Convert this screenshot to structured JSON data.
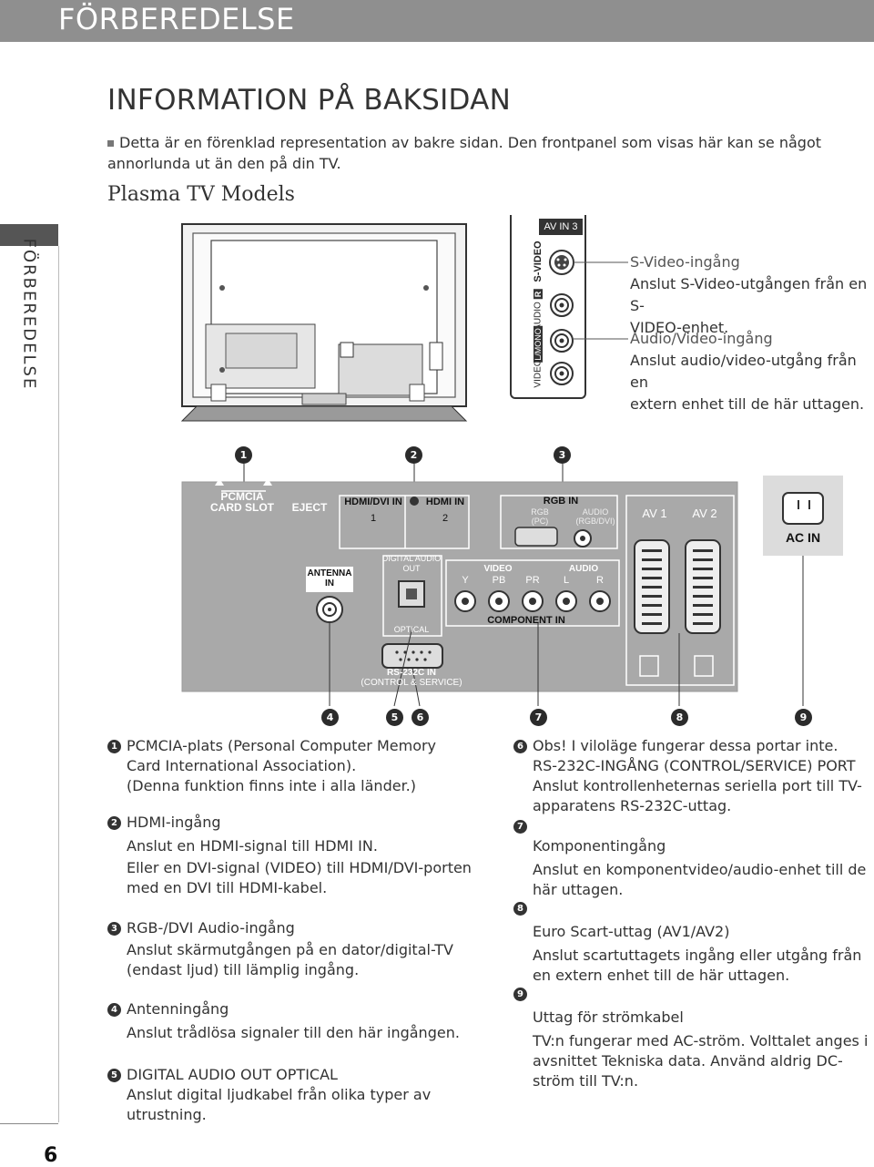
{
  "header": {
    "title": "FÖRBEREDELSE"
  },
  "side": {
    "label": "FÖRBEREDELSE"
  },
  "page_number": "6",
  "section_title": "INFORMATION PÅ BAKSIDAN",
  "intro": "Detta är en förenklad representation av bakre sidan. Den frontpanel som visas här kan se något annorlunda ut än den på din TV.",
  "subtitle": "Plasma TV Models",
  "av_panel": {
    "title": "AV IN 3",
    "svideo": "S-VIDEO",
    "audio": "AUDIO",
    "video": "VIDEO",
    "l_mono": "L/MONO",
    "r": "R"
  },
  "av_desc": {
    "svideo_head": "S-Video-ingång",
    "svideo_text1": "Anslut S-Video-utgången från en S-",
    "svideo_text2": "VIDEO-enhet.",
    "av_head": "Audio/Video-ingång",
    "av_text1": "Anslut audio/video-utgång från en",
    "av_text2": "extern enhet till de här uttagen."
  },
  "callouts": [
    "1",
    "2",
    "3",
    "4",
    "5",
    "6",
    "7",
    "8",
    "9"
  ],
  "rear_panel": {
    "pcmcia": "PCMCIA",
    "card_slot": "CARD SLOT",
    "eject": "EJECT",
    "hdmi_dvi_in": "HDMI/DVI IN",
    "hdmi_in": "HDMI IN",
    "hdmi1": "1",
    "hdmi2": "2",
    "rgb_in": "RGB IN",
    "rgb": "RGB",
    "pc": "(PC)",
    "audio": "AUDIO",
    "rgb_dvi": "(RGB/DVI)",
    "av1": "AV 1",
    "av2": "AV 2",
    "ac_in": "AC IN",
    "antenna": "ANTENNA",
    "in": "IN",
    "digital_audio": "DIGITAL AUDIO",
    "out": "OUT",
    "optical": "OPTICAL",
    "video": "VIDEO",
    "audio2": "AUDIO",
    "y": "Y",
    "pb": "PB",
    "pr": "PR",
    "l": "L",
    "r": "R",
    "component_in": "COMPONENT IN",
    "rs232c_in": "RS-232C IN",
    "control_service": "(CONTROL & SERVICE)"
  },
  "left_list": [
    {
      "num": "1",
      "head": "PCMCIA-plats (Personal Computer Memory Card International Association).",
      "lines": [
        "(Denna funktion finns inte i alla länder.)"
      ]
    },
    {
      "num": "2",
      "head": "HDMI-ingång",
      "lines": [
        "Anslut en HDMI-signal till HDMI IN.",
        "Eller en DVI-signal (VIDEO) till HDMI/DVI-porten med en DVI till HDMI-kabel."
      ]
    },
    {
      "num": "3",
      "head": "RGB-/DVI Audio-ingång",
      "lines": [
        "Anslut skärmutgången på en dator/digital-TV (endast ljud) till lämplig ingång."
      ]
    },
    {
      "num": "4",
      "head": "Antenningång",
      "lines": [
        "Anslut trådlösa signaler till den här ingången."
      ]
    },
    {
      "num": "5",
      "head": "DIGITAL AUDIO OUT OPTICAL",
      "lines": [
        "Anslut digital ljudkabel från olika typer av utrustning."
      ]
    }
  ],
  "right_list": [
    {
      "num": "6",
      "head": "Obs! I viloläge fungerar dessa portar inte.",
      "lines": [
        "RS-232C-INGÅNG (CONTROL/SERVICE) PORT",
        "Anslut kontrollenheternas seriella port till TV-apparatens RS-232C-uttag."
      ]
    },
    {
      "num": "7",
      "head": "Komponentingång",
      "lines": [
        "Anslut en komponentvideo/audio-enhet till de här uttagen."
      ]
    },
    {
      "num": "8",
      "head": "Euro Scart-uttag (AV1/AV2)",
      "lines": [
        "Anslut scartuttagets ingång eller utgång från en extern enhet till de här uttagen."
      ]
    },
    {
      "num": "9",
      "head": "Uttag för strömkabel",
      "lines": [
        "TV:n fungerar med AC-ström. Volttalet anges i avsnittet Tekniska data. Använd aldrig DC-ström till TV:n."
      ]
    }
  ]
}
